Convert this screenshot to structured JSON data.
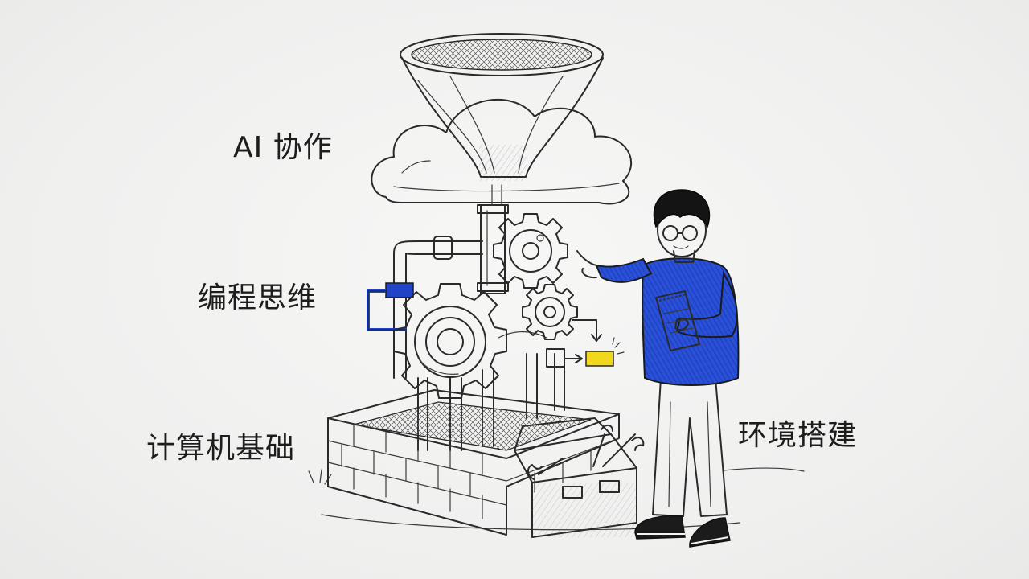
{
  "labels": {
    "ai_collab": "AI 协作",
    "programming_thinking": "编程思维",
    "computer_fundamentals": "计算机基础",
    "environment_setup": "环境搭建"
  },
  "colors": {
    "accent_blue": "#1f44c8",
    "accent_yellow": "#f2d81c",
    "ink": "#2a2a2a",
    "paper": "#f1f1f0"
  }
}
